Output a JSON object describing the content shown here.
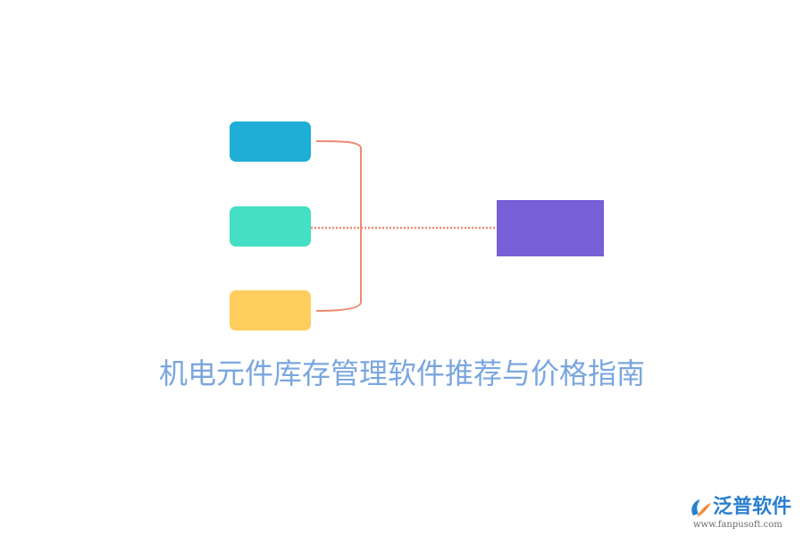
{
  "title": "机电元件库存管理软件推荐与价格指南",
  "brand": {
    "name": "泛普软件",
    "url": "www.fanpusoft.com",
    "logo_icon": "fanpu-logo-icon"
  },
  "colors": {
    "node_1": "#1eaed6",
    "node_2": "#44dfc4",
    "node_3": "#fecd5e",
    "target": "#775fd8",
    "connector": "#ee8a72",
    "title": "#7aa6df",
    "brand_name": "#2c7fd0",
    "brand_url": "#6b6b6b",
    "logo_blue": "#2c7fd0",
    "logo_orange": "#f08a3c"
  },
  "nodes": [
    {
      "id": "node-1",
      "color_key": "node_1"
    },
    {
      "id": "node-2",
      "color_key": "node_2"
    },
    {
      "id": "node-3",
      "color_key": "node_3"
    }
  ]
}
